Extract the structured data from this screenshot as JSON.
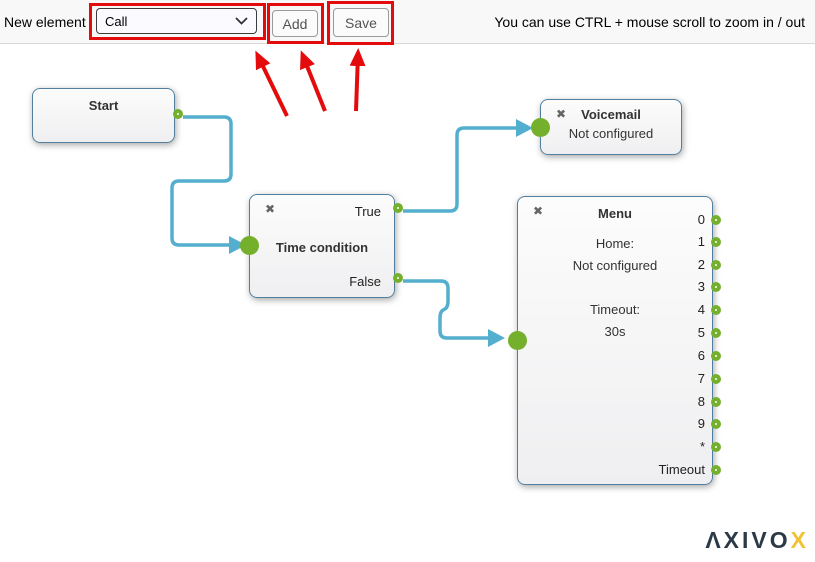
{
  "toolbar": {
    "new_element_label": "New element",
    "element_select": {
      "value": "Call"
    },
    "add_label": "Add",
    "save_label": "Save",
    "zoom_hint": "You can use CTRL + mouse scroll to zoom in / out"
  },
  "icons": {
    "close": "✖"
  },
  "nodes": {
    "start": {
      "title": "Start"
    },
    "time_condition": {
      "title": "Time condition",
      "true_label": "True",
      "false_label": "False"
    },
    "voicemail": {
      "title": "Voicemail",
      "subtitle": "Not configured"
    },
    "menu": {
      "title": "Menu",
      "lines": [
        "Home:",
        "Not configured",
        "",
        "Timeout:",
        "30s"
      ],
      "outputs": [
        "0",
        "1",
        "2",
        "3",
        "4",
        "5",
        "6",
        "7",
        "8",
        "9",
        "*",
        "Timeout"
      ]
    }
  },
  "logo": {
    "main": "ΛXIVO",
    "accent": "X"
  },
  "colors": {
    "port_green": "#74b02c",
    "connector_blue": "#54aecd",
    "node_border": "#517f9d",
    "annotation_red": "#e30b0b",
    "logo_navy": "#2c3a47",
    "logo_yellow": "#f1c232",
    "toolbar_bg": "#f8f8f8"
  }
}
